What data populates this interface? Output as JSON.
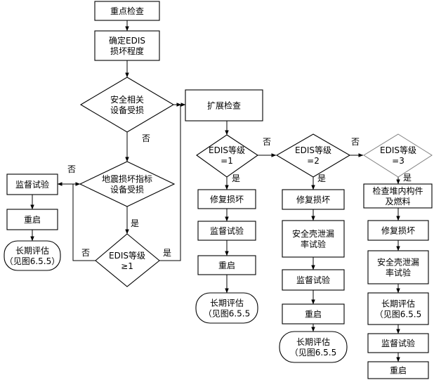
{
  "nodes": {
    "key_inspection": {
      "lines": [
        "重点检查"
      ]
    },
    "determine_damage": {
      "lines": [
        "确定EDIS",
        "损坏程度"
      ]
    },
    "safety_damaged": {
      "lines": [
        "安全相关",
        "设备受损"
      ]
    },
    "seismic_indicator": {
      "lines": [
        "地震损坏指标",
        "设备受损"
      ]
    },
    "edis_ge1": {
      "lines": [
        "EDIS等级",
        "≥1"
      ]
    },
    "witness_test_a": {
      "lines": [
        "监督试验"
      ]
    },
    "restart_a": {
      "lines": [
        "重启"
      ]
    },
    "long_term_a": {
      "lines": [
        "长期评估",
        "（见图6.5.5）"
      ]
    },
    "extended_inspection": {
      "lines": [
        "扩展检查"
      ]
    },
    "edis_eq1": {
      "lines": [
        "EDIS等级",
        "=1"
      ]
    },
    "repair_b": {
      "lines": [
        "修复损坏"
      ]
    },
    "witness_test_b": {
      "lines": [
        "监督试验"
      ]
    },
    "restart_b": {
      "lines": [
        "重启"
      ]
    },
    "long_term_b": {
      "lines": [
        "长期评估",
        "（见图6.5.5"
      ]
    },
    "edis_eq2": {
      "lines": [
        "EDIS等级",
        "=2"
      ]
    },
    "repair_c": {
      "lines": [
        "修复损坏"
      ]
    },
    "leak_test_c": {
      "lines": [
        "安全壳泄漏",
        "率试验"
      ]
    },
    "witness_test_c": {
      "lines": [
        "监督试验"
      ]
    },
    "restart_c": {
      "lines": [
        "重启"
      ]
    },
    "long_term_c": {
      "lines": [
        "长期评估",
        "（见图6.5.5"
      ]
    },
    "edis_eq3": {
      "lines": [
        "EDIS等级",
        "=3"
      ]
    },
    "inspect_core_d": {
      "lines": [
        "检查堆内构件",
        "及燃料"
      ]
    },
    "repair_d": {
      "lines": [
        "修复损坏"
      ]
    },
    "leak_test_d": {
      "lines": [
        "安全壳泄漏",
        "率试验"
      ]
    },
    "long_term_d": {
      "lines": [
        "长期评估",
        "（见图6.5.5"
      ]
    },
    "witness_test_d": {
      "lines": [
        "监督试验"
      ]
    },
    "restart_d": {
      "lines": [
        "重启"
      ]
    }
  },
  "edge_labels": {
    "no_safety": "否",
    "no_seismic": "否",
    "yes_seismic": "是",
    "no_ge1": "否",
    "yes_ge1": "是",
    "no_eq1": "否",
    "yes_eq1": "是",
    "no_eq2": "否",
    "yes_eq2": "是",
    "yes_eq3": "是"
  }
}
